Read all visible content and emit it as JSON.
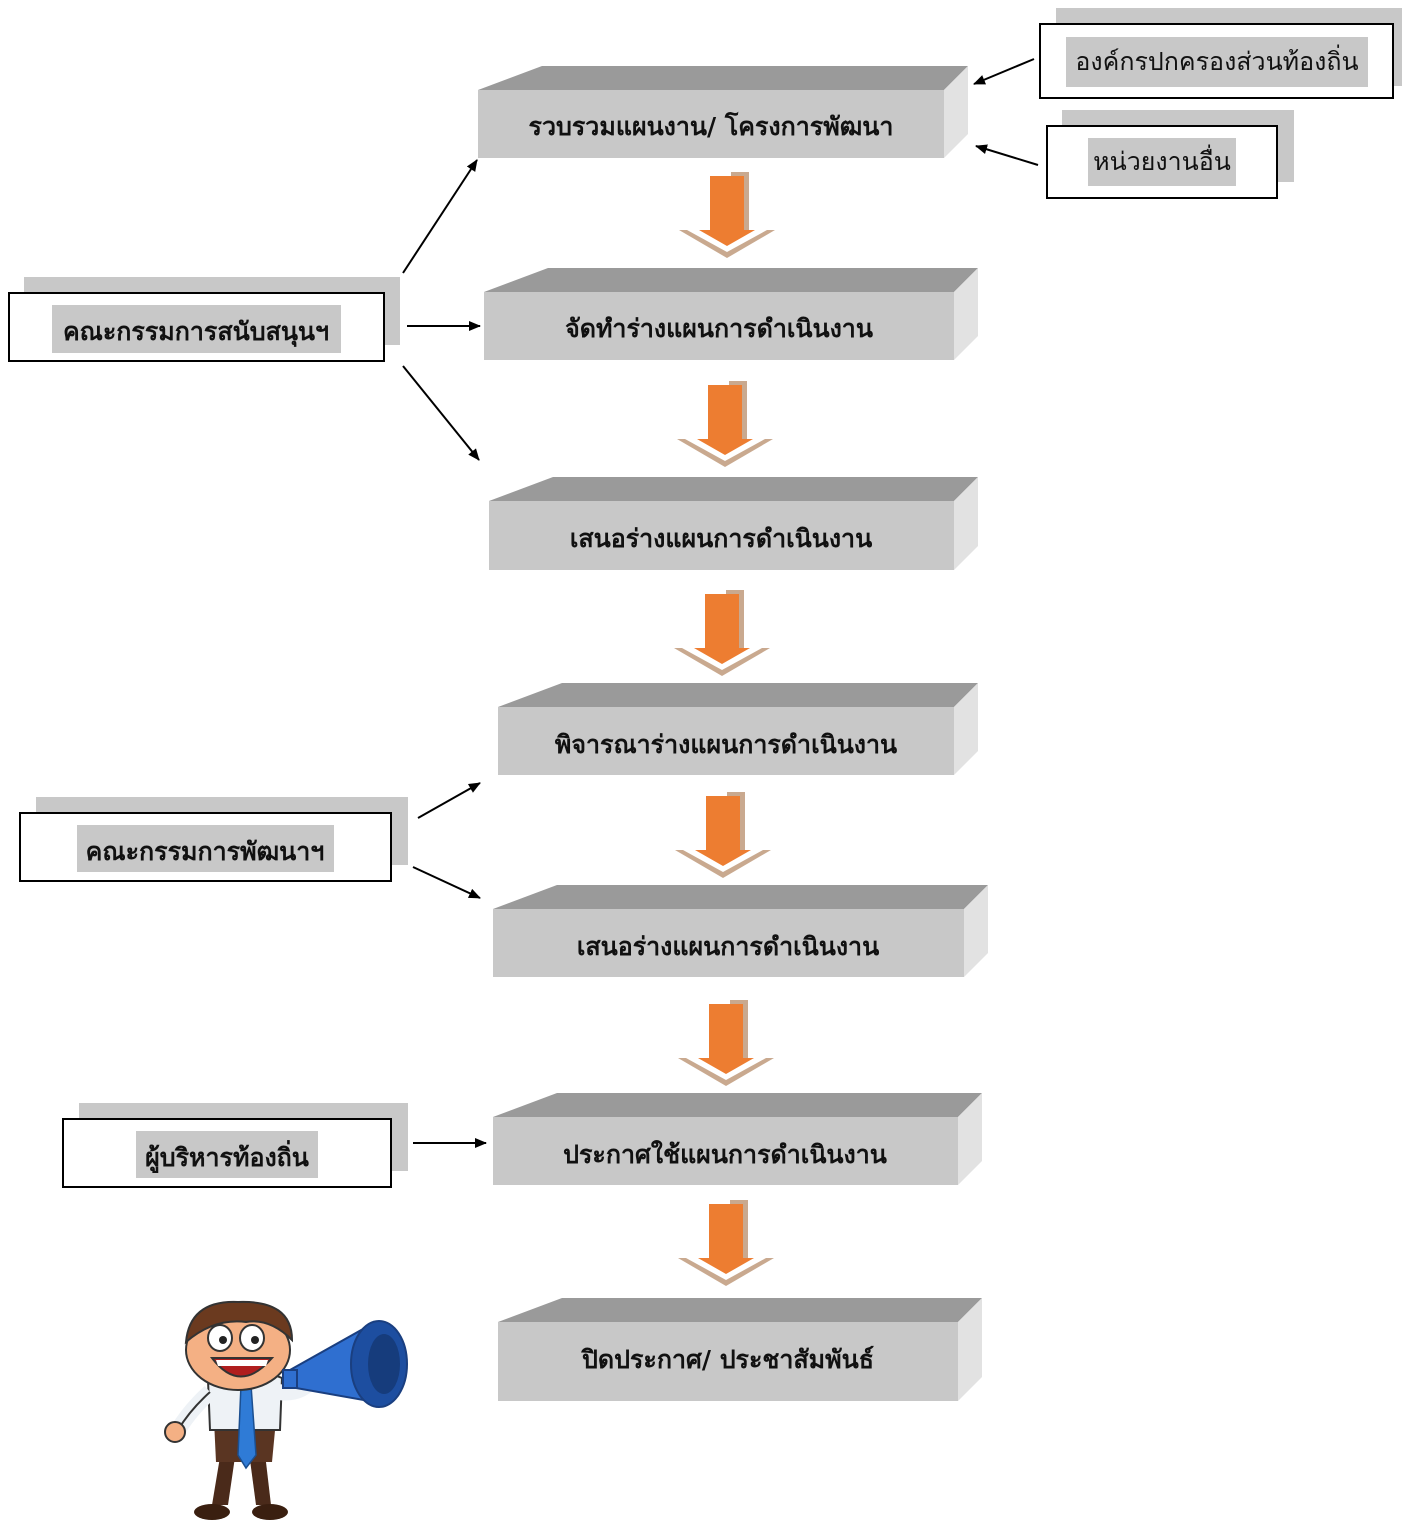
{
  "steps": [
    {
      "label": "รวบรวมแผนงาน/ โครงการพัฒนา"
    },
    {
      "label": "จัดทำร่างแผนการดำเนินงาน"
    },
    {
      "label": "เสนอร่างแผนการดำเนินงาน"
    },
    {
      "label": "พิจารณาร่างแผนการดำเนินงาน"
    },
    {
      "label": "เสนอร่างแผนการดำเนินงาน"
    },
    {
      "label": "ประกาศใช้แผนการดำเนินงาน"
    },
    {
      "label": "ปิดประกาศ/ ประชาสัมพันธ์"
    }
  ],
  "actors": {
    "local_org": {
      "label": "องค์กรปกครองส่วนท้องถิ่น"
    },
    "other_agency": {
      "label": "หน่วยงานอื่น"
    },
    "support_committee": {
      "label": "คณะกรรมการสนับสนุนฯ"
    },
    "development_committee": {
      "label": "คณะกรรมการพัฒนาฯ"
    },
    "local_executive": {
      "label": "ผู้บริหารท้องถิ่น"
    }
  },
  "colors": {
    "step_face": "#c8c8c8",
    "step_top": "#9a9a9a",
    "step_side": "#e2e2e2",
    "flow_arrow": "#ed7d31",
    "flow_arrow_shadow": "#c9a98f",
    "actor_border": "#000000",
    "actor_shadow": "#c8c8c8",
    "connector": "#000000"
  },
  "illustration": {
    "icon": "megaphone-cartoon-man"
  }
}
